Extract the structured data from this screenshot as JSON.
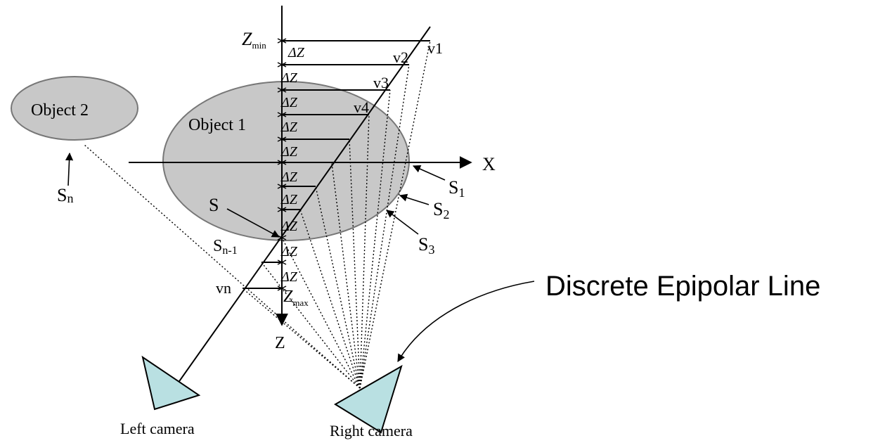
{
  "labels": {
    "zmin_main": "Z",
    "zmin_sub": "min",
    "zmax_main": "Z",
    "zmax_sub": "max",
    "delta_z": "ΔZ",
    "axis_x": "X",
    "axis_z": "Z",
    "v1": "v1",
    "v2": "v2",
    "v3": "v3",
    "v4": "v4",
    "vn": "vn",
    "object1": "Object 1",
    "object2": "Object 2",
    "s": "S",
    "s1_main": "S",
    "s1_sub": "1",
    "s2_main": "S",
    "s2_sub": "2",
    "s3_main": "S",
    "s3_sub": "3",
    "sn_main": "S",
    "sn_sub": "n",
    "sn1_main": "S",
    "sn1_sub": "n-1",
    "discrete_epipolar_line": "Discrete Epipolar Line",
    "left_camera": "Left camera",
    "right_camera": "Right camera"
  },
  "colors": {
    "object_fill": "#c8c8c8",
    "camera_fill": "#b9e0e2",
    "line": "#000000",
    "background": "#ffffff"
  }
}
